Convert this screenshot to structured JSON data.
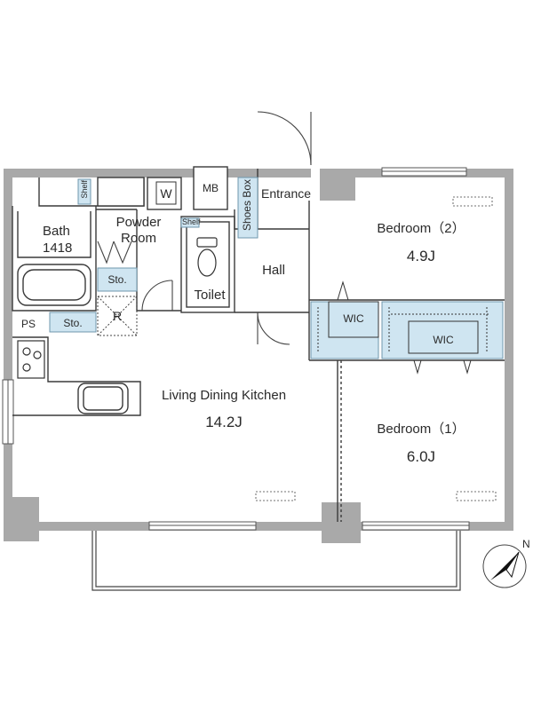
{
  "rooms": {
    "bath": "Bath",
    "bath_size": "1418",
    "powder_room_line1": "Powder",
    "powder_room_line2": "Room",
    "shelf_top": "Shelf",
    "shelf_small": "Shelf",
    "washer": "W",
    "meter_box": "MB",
    "shoes_box": "Shoes Box",
    "entrance": "Entrance",
    "storage_1": "Sto.",
    "storage_2": "Sto.",
    "refrigerator": "R",
    "pipe_space": "PS",
    "toilet": "Toilet",
    "hall": "Hall",
    "bedroom2": "Bedroom（2）",
    "bedroom2_size": "4.9J",
    "bedroom1": "Bedroom（1）",
    "bedroom1_size": "6.0J",
    "wic_1": "WIC",
    "wic_2": "WIC",
    "ldk": "Living Dining Kitchen",
    "ldk_size": "14.2J"
  },
  "compass": {
    "label": "N"
  },
  "colors": {
    "wall": "#a9a9a9",
    "line": "#3a3a3a",
    "storage_fill": "#cfe5f1",
    "storage_edge": "#6f97ad"
  }
}
